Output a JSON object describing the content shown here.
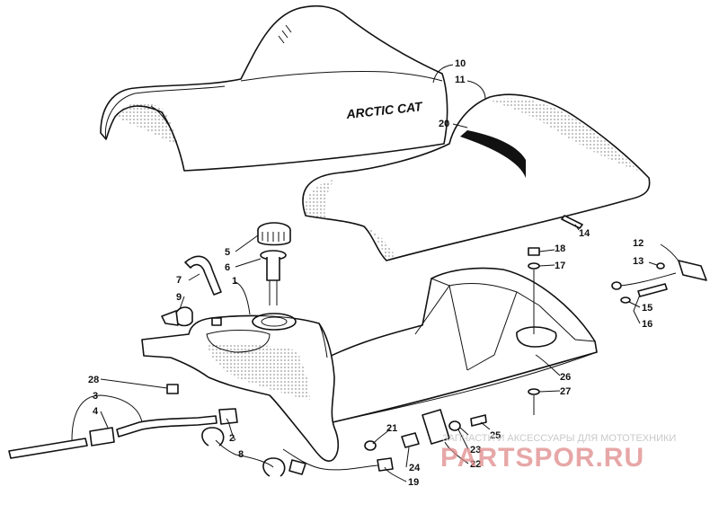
{
  "logo_text": "ARCTIC CAT",
  "watermark": {
    "tagline": "ЗАПЧАСТИ И АКСЕССУАРЫ ДЛЯ МОТОТЕХНИКИ",
    "brand": "PARTSPOR.RU"
  },
  "callouts": [
    "1",
    "2",
    "3",
    "4",
    "5",
    "6",
    "7",
    "8",
    "9",
    "10",
    "11",
    "12",
    "13",
    "14",
    "15",
    "16",
    "17",
    "18",
    "19",
    "20",
    "21",
    "22",
    "23",
    "24",
    "25",
    "26",
    "27",
    "28"
  ]
}
